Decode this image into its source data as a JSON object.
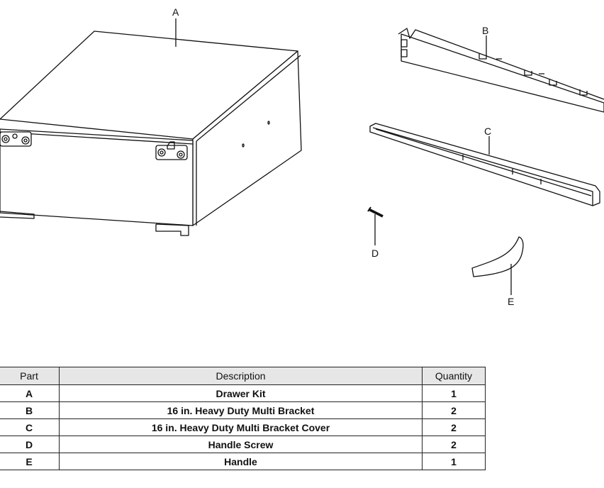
{
  "labels": {
    "a": "A",
    "b": "B",
    "c": "C",
    "d": "D",
    "e": "E"
  },
  "table": {
    "headers": [
      "Part",
      "Description",
      "Quantity"
    ],
    "rows": [
      {
        "part": "A",
        "description": "Drawer Kit",
        "quantity": "1"
      },
      {
        "part": "B",
        "description": "16 in. Heavy Duty Multi Bracket",
        "quantity": "2"
      },
      {
        "part": "C",
        "description": "16 in. Heavy Duty Multi Bracket Cover",
        "quantity": "2"
      },
      {
        "part": "D",
        "description": "Handle Screw",
        "quantity": "2"
      },
      {
        "part": "E",
        "description": "Handle",
        "quantity": "1"
      }
    ]
  }
}
